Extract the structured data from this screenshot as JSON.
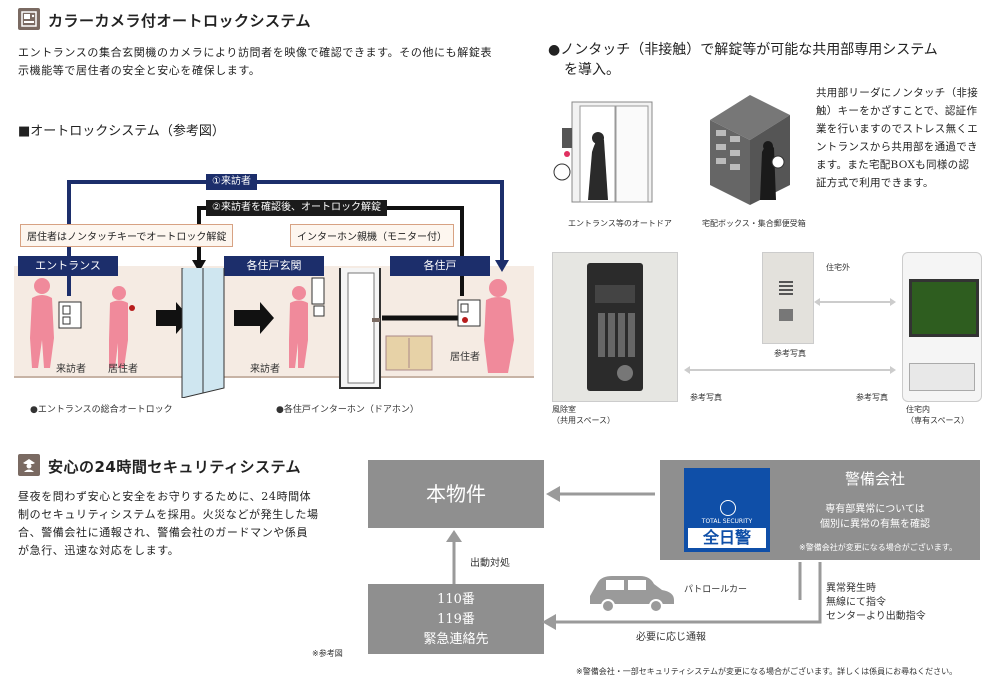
{
  "section1": {
    "icon": "intercom-icon",
    "title": "カラーカメラ付オートロックシステム",
    "desc_line1": "エントランスの集合玄関機のカメラにより訪問者を映像で確認できます。その他にも解錠表",
    "desc_line2": "示機能等で居住者の安全と安心を確保します。",
    "diagram_title": "■オートロックシステム（参考図）",
    "visitor_flow_1": "①来訪者",
    "visitor_flow_2": "②来訪者を確認後、オートロック解錠",
    "callout_resident": "居住者はノンタッチキーでオートロック解錠",
    "callout_intercom": "インターホン親機（モニター付）",
    "zone_entrance": "エントランス",
    "zone_entry_door": "各住戸玄関",
    "zone_unit": "各住戸",
    "person_visitor_1": "来訪者",
    "person_resident_1": "居住者",
    "person_visitor_2": "来訪者",
    "person_resident_2": "居住者",
    "caption_left": "●エントランスの総合オートロック",
    "caption_right": "●各住戸インターホン（ドアホン）"
  },
  "section2": {
    "heading_line1": "●ノンタッチ（非接触）で解錠等が可能な共用部専用システム",
    "heading_line2": "を導入。",
    "desc_lines": [
      "共用部リーダにノンタッチ（非接",
      "触）キーをかざすことで、認証作",
      "業を行いますのでストレス無くエ",
      "ントランスから共用部を通過でき",
      "ます。また宅配BOXも同様の認",
      "証方式で利用できます。"
    ],
    "photo_caption_door": "エントランス等のオートドア",
    "photo_caption_box": "宅配ボックス・集合郵便受箱",
    "label_outside": "住宅外",
    "label_ref_photo_1": "参考写真",
    "label_ref_photo_2": "参考写真",
    "label_ref_photo_3": "参考写真",
    "label_windbreak_1": "風除室",
    "label_windbreak_2": "（共用スペース）",
    "label_inside_1": "住宅内",
    "label_inside_2": "（専有スペース）"
  },
  "section3": {
    "icon": "guard-icon",
    "title": "安心の24時間セキュリティシステム",
    "desc_lines": [
      "昼夜を問わず安心と安全をお守りするために、24時間体",
      "制のセキュリティシステムを採用。火災などが発生した場",
      "合、警備会社に通報され、警備会社のガードマンや係員",
      "が急行、迅速な対応をします。"
    ],
    "box_property": "本物件",
    "box_security_company": "警備会社",
    "security_note_1": "専有部異常については",
    "security_note_2": "個別に異常の有無を確認",
    "security_note_3": "※警備会社が変更になる場合がございます。",
    "logo_small": "TOTAL SECURITY",
    "logo_main": "全日警",
    "box_emergency_1": "110番",
    "box_emergency_2": "119番",
    "box_emergency_3": "緊急連絡先",
    "label_dispatch": "出動対処",
    "label_patrol": "パトロールカー",
    "label_abnormal_1": "異常発生時",
    "label_abnormal_2": "無線にて指令",
    "label_abnormal_3": "センターより出動指令",
    "label_report": "必要に応じ通報",
    "ref_note": "※参考図",
    "footer_note": "※警備会社・一部セキュリティシステムが変更になる場合がございます。詳しくは係員にお尋ねください。"
  },
  "colors": {
    "navy": "#1c2e6b",
    "pink": "#f08a9b",
    "grey_box": "#8f8f8f",
    "brown_icon": "#7a6a62",
    "logo_blue": "#0f4fa8"
  }
}
